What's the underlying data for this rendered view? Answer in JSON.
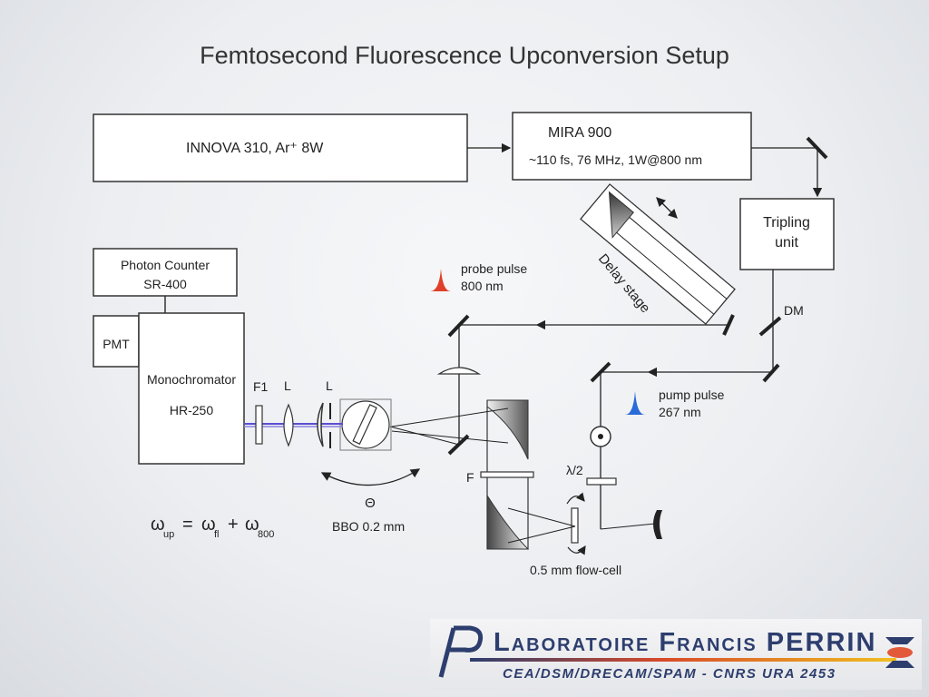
{
  "title": "Femtosecond Fluorescence Upconversion Setup",
  "boxes": {
    "innova": "INNOVA 310, Ar⁺ 8W",
    "mira_name": "MIRA 900",
    "mira_spec": "~110 fs, 76 MHz, 1W@800 nm",
    "tripling_line1": "Tripling",
    "tripling_line2": "unit",
    "photon_counter_line1": "Photon Counter",
    "photon_counter_line2": "SR-400",
    "pmt": "PMT",
    "monochromator": "Monochromator",
    "monochromator_model": "HR-250"
  },
  "labels": {
    "delay_stage": "Delay stage",
    "dm": "DM",
    "probe_line1": "probe pulse",
    "probe_line2": "800 nm",
    "pump_line1": "pump pulse",
    "pump_line2": "267 nm",
    "f1": "F1",
    "lens1": "L",
    "lens2": "L",
    "filter": "F",
    "half_wave": "λ/2",
    "theta": "Θ",
    "bbo": "BBO 0.2 mm",
    "flow_cell": "0.5 mm flow-cell",
    "eq_omega_up": "ω",
    "eq_sub_up": "up",
    "eq_equals": "=",
    "eq_omega_fl": "ω",
    "eq_sub_fl": "fl",
    "eq_plus": "+",
    "eq_omega_800": "ω",
    "eq_sub_800": "800"
  },
  "logo": {
    "name": "Laboratoire Francis PERRIN",
    "subtitle": "CEA/DSM/DRECAM/SPAM - CNRS URA 2453"
  },
  "colors": {
    "probe_pulse": "#e0402a",
    "pump_pulse": "#2a6ad8",
    "fluorescence_beam": "#5a4fd0"
  }
}
